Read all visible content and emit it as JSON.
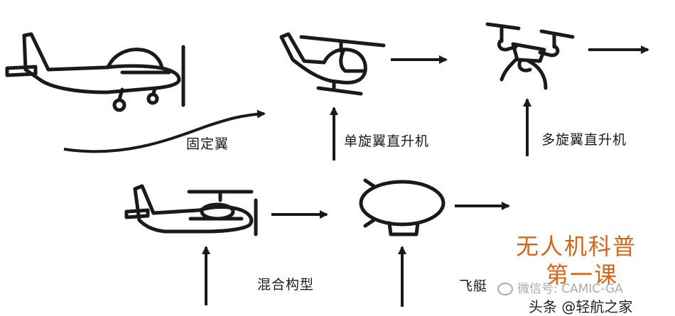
{
  "nodes": {
    "fixed_wing": "固定翼",
    "single_rotor": "单旋翼直升机",
    "multi_rotor": "多旋翼直升机",
    "hybrid": "混合构型",
    "airship": "飞艇"
  },
  "brand": {
    "title": "无人机科普",
    "subtitle": "第一课"
  },
  "watermark": {
    "wechat": "微信号: CAMIC-GA",
    "toutiao": "头条 @轻航之家"
  },
  "colors": {
    "line": "#1a1a1a",
    "brand": "#d4661c"
  }
}
